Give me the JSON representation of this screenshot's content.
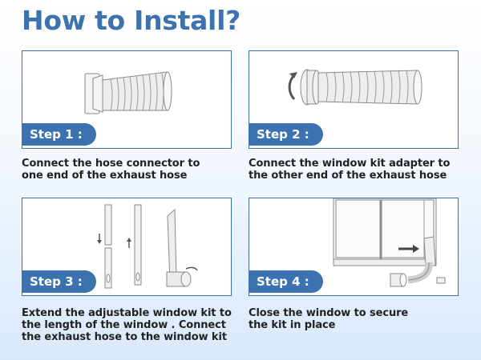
{
  "title": "How to Install?",
  "steps": [
    {
      "label": "Step 1 :",
      "caption": [
        "Connect the hose connector to",
        "one end of the exhaust hose"
      ]
    },
    {
      "label": "Step 2 :",
      "caption": [
        "Connect the window kit adapter to",
        "the other end of the exhaust hose"
      ]
    },
    {
      "label": "Step 3 :",
      "caption": [
        "Extend the adjustable window kit to",
        "the length of the window . Connect",
        "the exhaust hose to the window kit"
      ]
    },
    {
      "label": "Step 4 :",
      "caption": [
        "Close the window to secure",
        "the kit in place"
      ]
    }
  ],
  "colors": {
    "accent": "#3d72b0",
    "text": "#222222",
    "line": "#8a8a8a"
  },
  "icons": [
    "hose-connector-icon",
    "window-kit-adapter-icon",
    "window-kit-slider-icon",
    "window-installed-icon"
  ]
}
